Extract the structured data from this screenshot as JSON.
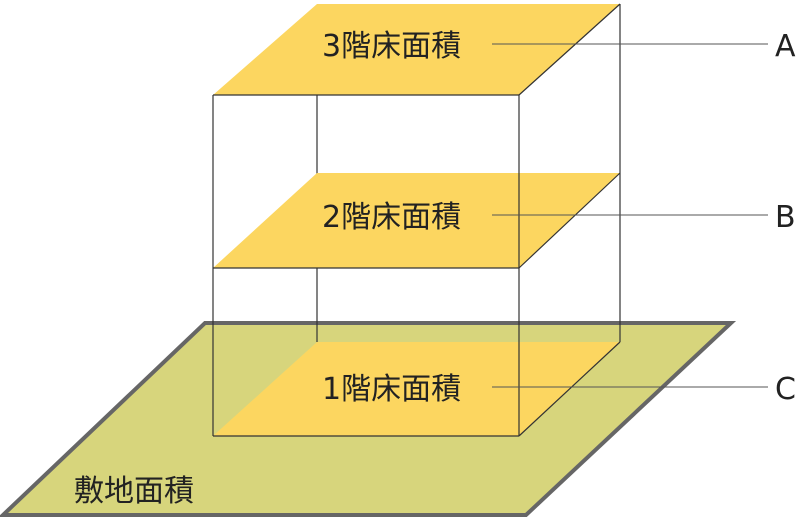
{
  "diagram": {
    "colors": {
      "site_fill": "#d7d57c",
      "site_stroke": "#666666",
      "floor_fill": "#fcd660",
      "frame_stroke": "#333333",
      "leader_stroke": "#555555"
    },
    "site_label": "敷地面積",
    "floors": [
      {
        "label": "3階床面積",
        "marker": "A"
      },
      {
        "label": "2階床面積",
        "marker": "B"
      },
      {
        "label": "1階床面積",
        "marker": "C"
      }
    ]
  }
}
